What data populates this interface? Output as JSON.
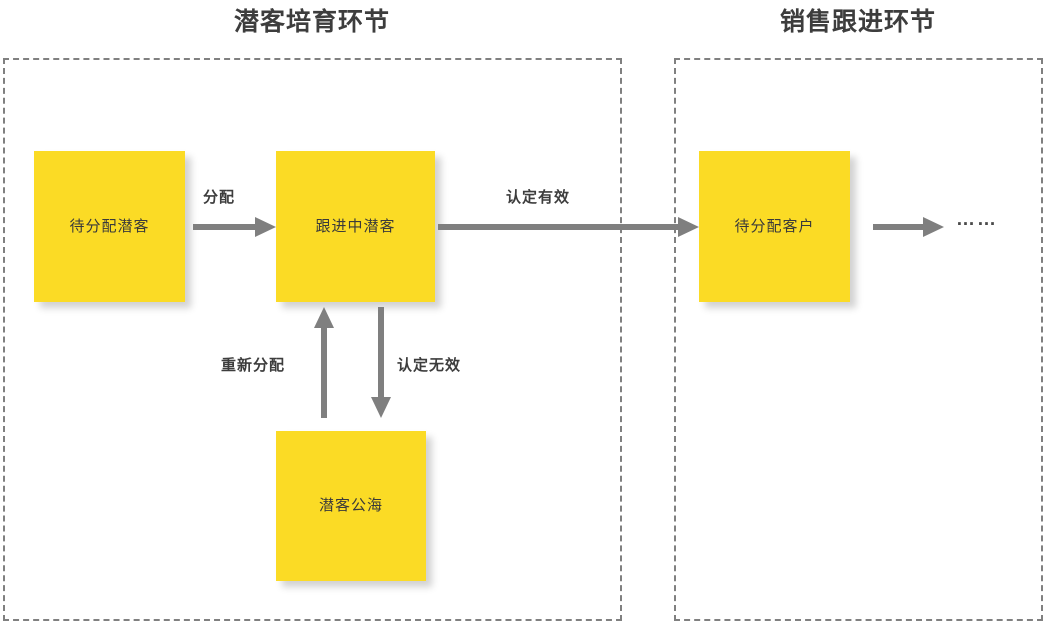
{
  "diagram": {
    "type": "flow",
    "accent_color": "#FBDB25",
    "arrow_color": "#7F7F7F",
    "text_color": "#3D3D3D",
    "border_color": "#808080",
    "phases": [
      {
        "id": "nurture",
        "title": "潜客培育环节"
      },
      {
        "id": "sales",
        "title": "销售跟进环节"
      }
    ],
    "nodes": [
      {
        "id": "pending-lead",
        "label": "待分配潜客",
        "phase": "nurture"
      },
      {
        "id": "following",
        "label": "跟进中潜客",
        "phase": "nurture"
      },
      {
        "id": "lead-pool",
        "label": "潜客公海",
        "phase": "nurture"
      },
      {
        "id": "pending-customer",
        "label": "待分配客户",
        "phase": "sales"
      }
    ],
    "edges": [
      {
        "id": "assign",
        "label": "分配",
        "from": "pending-lead",
        "to": "following",
        "direction": "right"
      },
      {
        "id": "valid",
        "label": "认定有效",
        "from": "following",
        "to": "pending-customer",
        "direction": "right"
      },
      {
        "id": "invalid",
        "label": "认定无效",
        "from": "following",
        "to": "lead-pool",
        "direction": "down"
      },
      {
        "id": "reassign",
        "label": "重新分配",
        "from": "lead-pool",
        "to": "following",
        "direction": "up"
      },
      {
        "id": "more",
        "label": "",
        "from": "pending-customer",
        "to": "more",
        "direction": "right"
      }
    ],
    "ellipsis": "……"
  }
}
